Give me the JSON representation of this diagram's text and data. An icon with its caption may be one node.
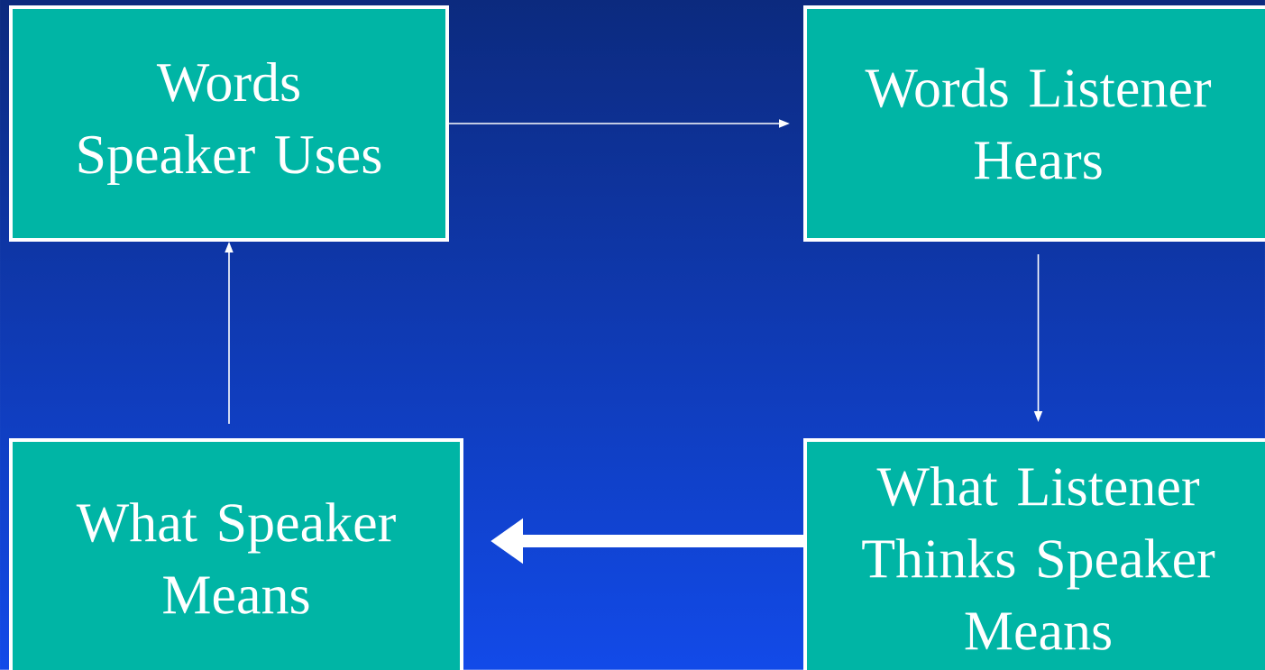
{
  "diagram": {
    "nodes": [
      {
        "text": [
          "Words Speaker Uses"
        ]
      },
      {
        "text": [
          "Words Listener Hears"
        ]
      },
      {
        "text": [
          "What Speaker Means"
        ]
      },
      {
        "text": [
          "What Listener Thinks Speaker Means"
        ]
      }
    ],
    "edges": [
      {
        "from": 0,
        "to": 1,
        "arrow": "to"
      },
      {
        "from": 1,
        "to": 3,
        "arrow": "to"
      },
      {
        "from": 3,
        "to": 2,
        "arrow": "to",
        "style": "thick"
      },
      {
        "from": 2,
        "to": 0,
        "arrow": "to"
      }
    ]
  }
}
